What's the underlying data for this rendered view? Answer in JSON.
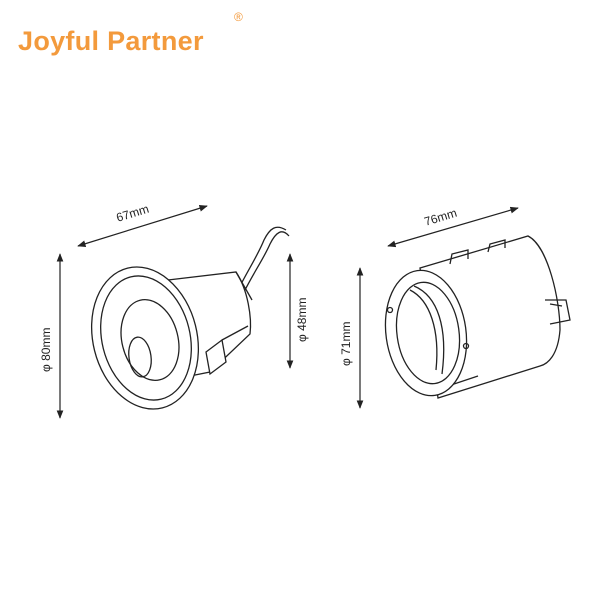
{
  "brand": {
    "name": "Joyful Partner",
    "registered_mark": "®",
    "color": "#f39a3c"
  },
  "diagram": {
    "line_color": "#222222",
    "left_fixture": {
      "length_label": "67mm",
      "outer_diameter_label": "φ 80mm",
      "cutout_diameter_label": "φ 48mm"
    },
    "right_fixture": {
      "length_label": "76mm",
      "diameter_label": "φ 71mm"
    }
  }
}
